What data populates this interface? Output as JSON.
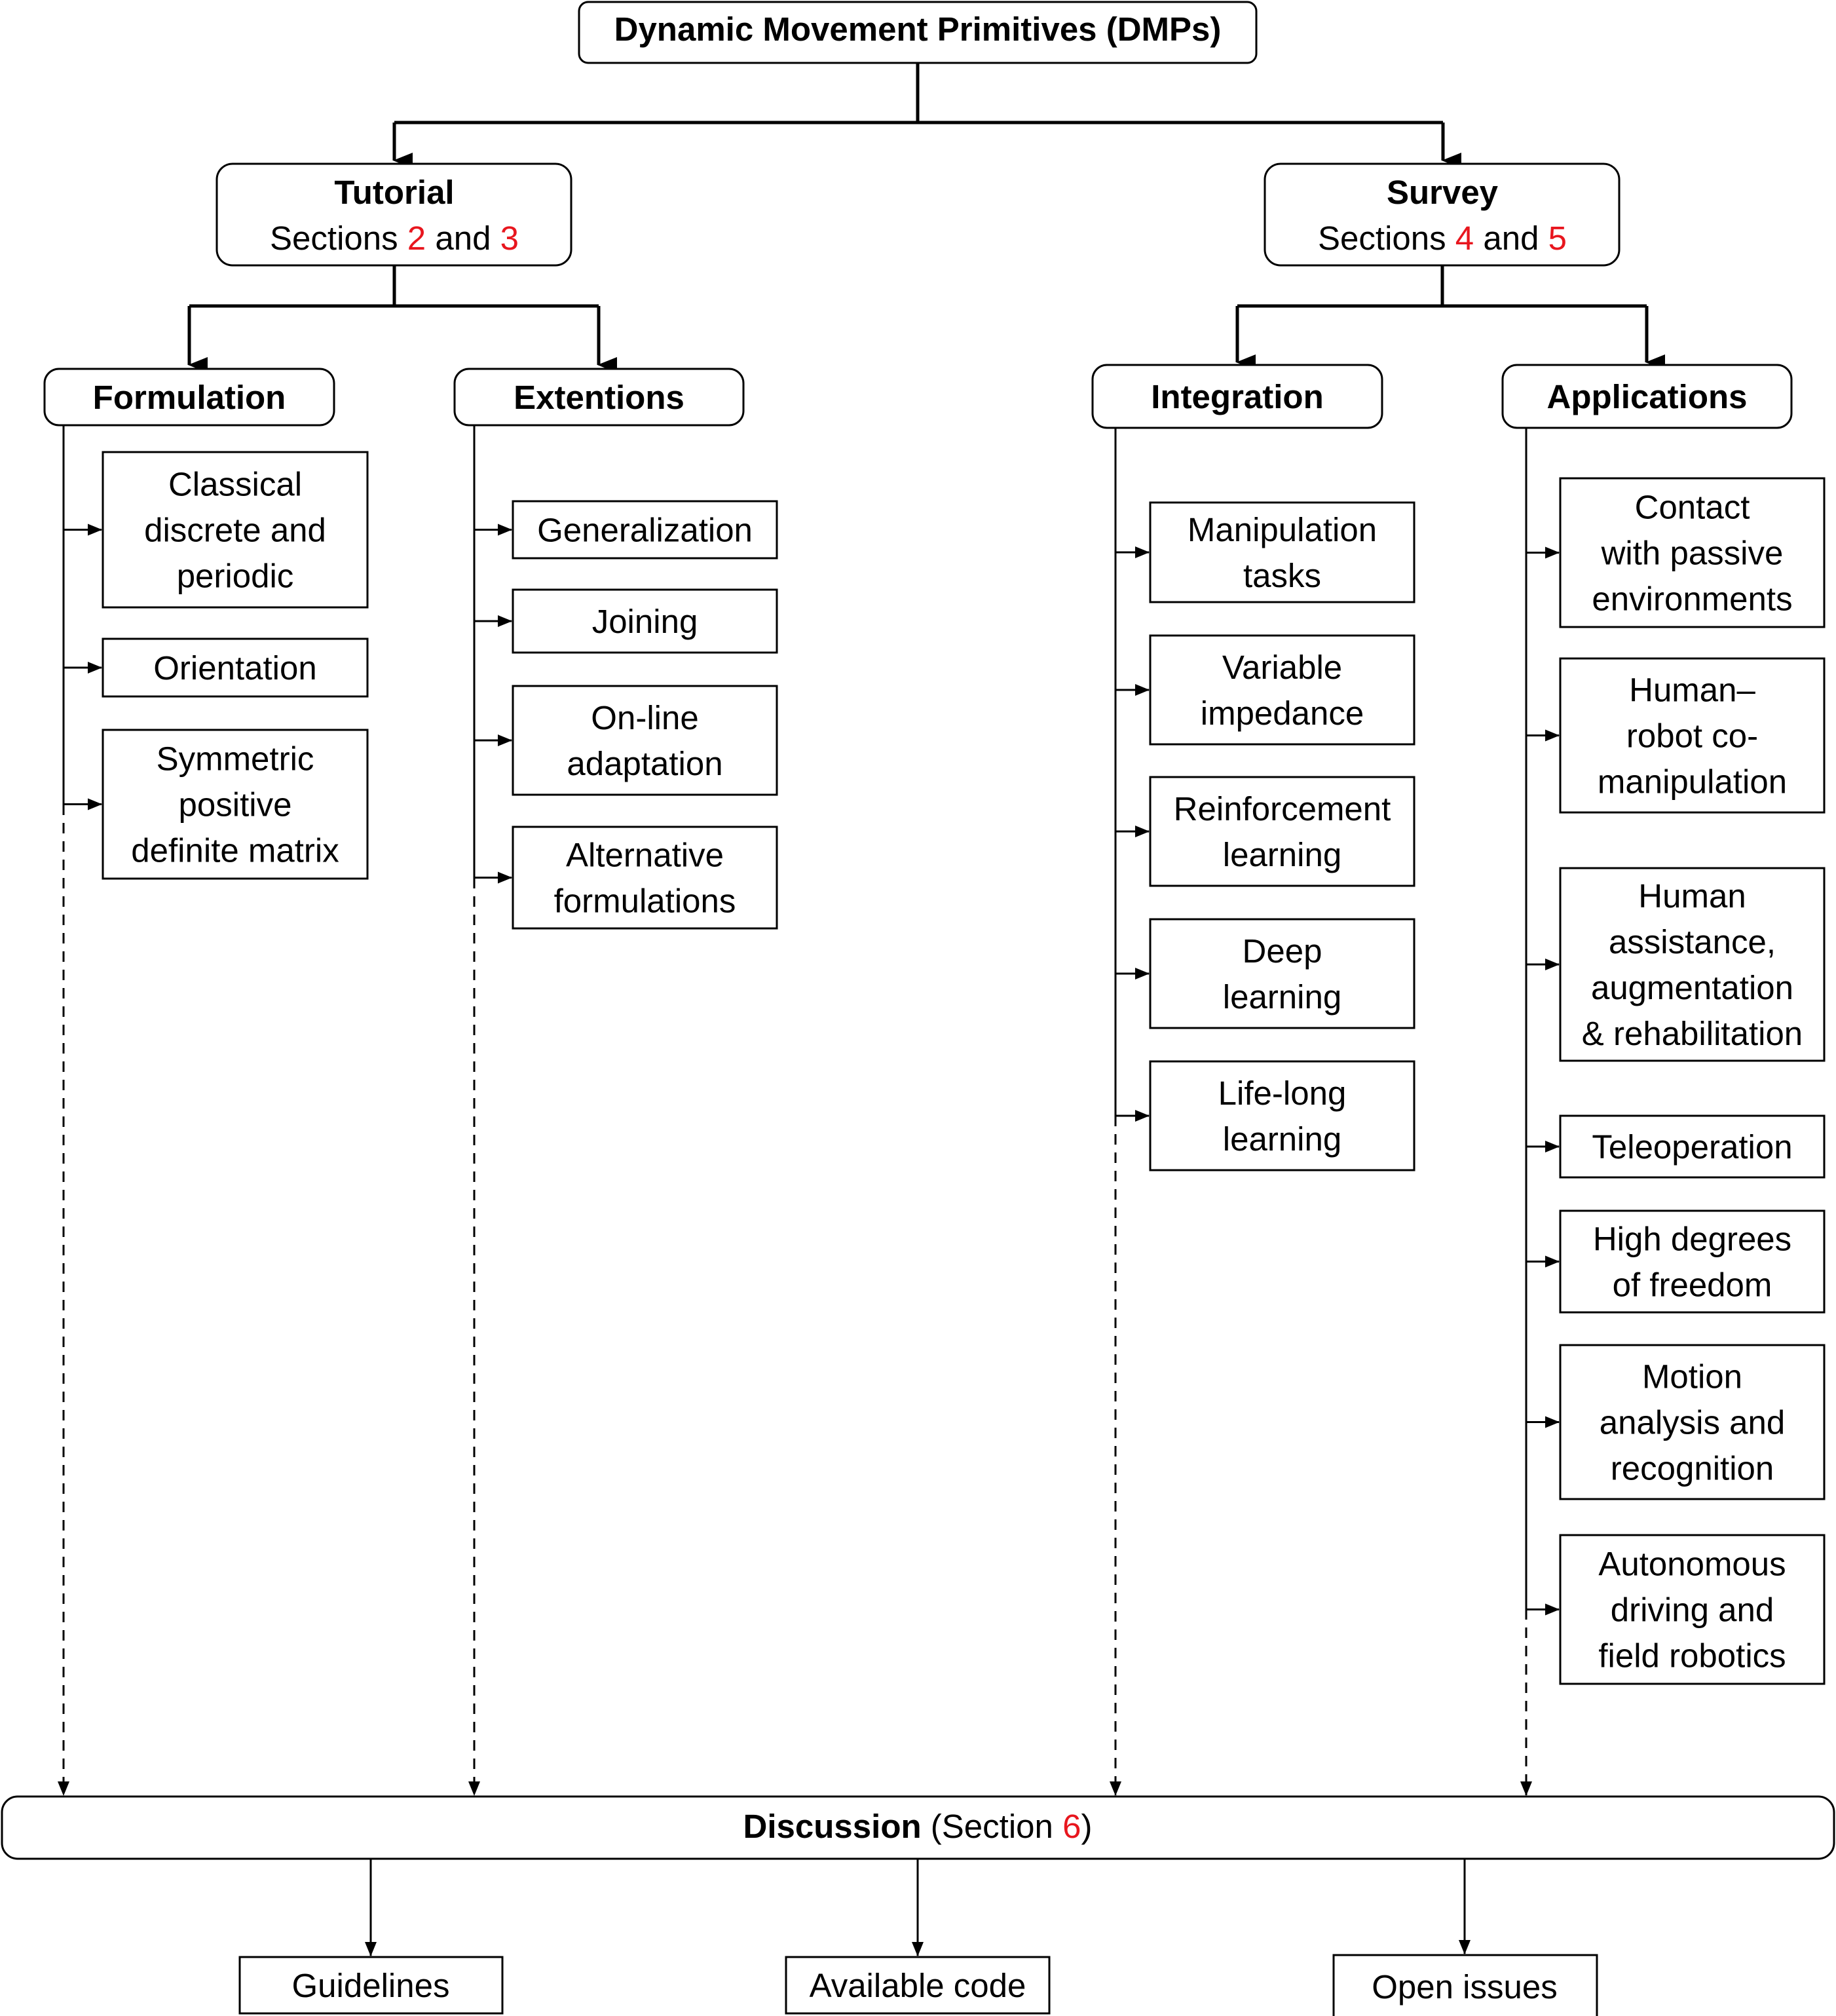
{
  "title": "Dynamic Movement Primitives (DMPs)",
  "tutorial": {
    "heading": "Tutorial",
    "sections_prefix": "Sections ",
    "ref1": "2",
    "joiner": " and ",
    "ref2": "3"
  },
  "survey": {
    "heading": "Survey",
    "sections_prefix": "Sections ",
    "ref1": "4",
    "joiner": " and ",
    "ref2": "5"
  },
  "formulation": {
    "heading": "Formulation",
    "items": [
      [
        "Classical",
        "discrete and",
        "periodic"
      ],
      [
        "Orientation"
      ],
      [
        "Symmetric",
        "positive",
        "definite matrix"
      ]
    ]
  },
  "extentions": {
    "heading": "Extentions",
    "items": [
      [
        "Generalization"
      ],
      [
        "Joining"
      ],
      [
        "On-line",
        "adaptation"
      ],
      [
        "Alternative",
        "formulations"
      ]
    ]
  },
  "integration": {
    "heading": "Integration",
    "items": [
      [
        "Manipulation",
        "tasks"
      ],
      [
        "Variable",
        "impedance"
      ],
      [
        "Reinforcement",
        "learning"
      ],
      [
        "Deep",
        "learning"
      ],
      [
        "Life-long",
        "learning"
      ]
    ]
  },
  "applications": {
    "heading": "Applications",
    "items": [
      [
        "Contact",
        "with passive",
        "environments"
      ],
      [
        "Human–",
        "robot co-",
        "manipulation"
      ],
      [
        "Human",
        "assistance,",
        "augmentation",
        "& rehabilitation"
      ],
      [
        "Teleoperation"
      ],
      [
        "High degrees",
        "of freedom"
      ],
      [
        "Motion",
        "analysis and",
        "recognition"
      ],
      [
        "Autonomous",
        "driving and",
        "field robotics"
      ]
    ]
  },
  "discussion": {
    "heading": "Discussion",
    "open": " (Section ",
    "ref": "6",
    "close": ")"
  },
  "outputs": [
    "Guidelines",
    "Available code",
    "Open issues"
  ],
  "colors": {
    "reference": "#e8161e",
    "line": "#000000",
    "background": "#ffffff"
  }
}
